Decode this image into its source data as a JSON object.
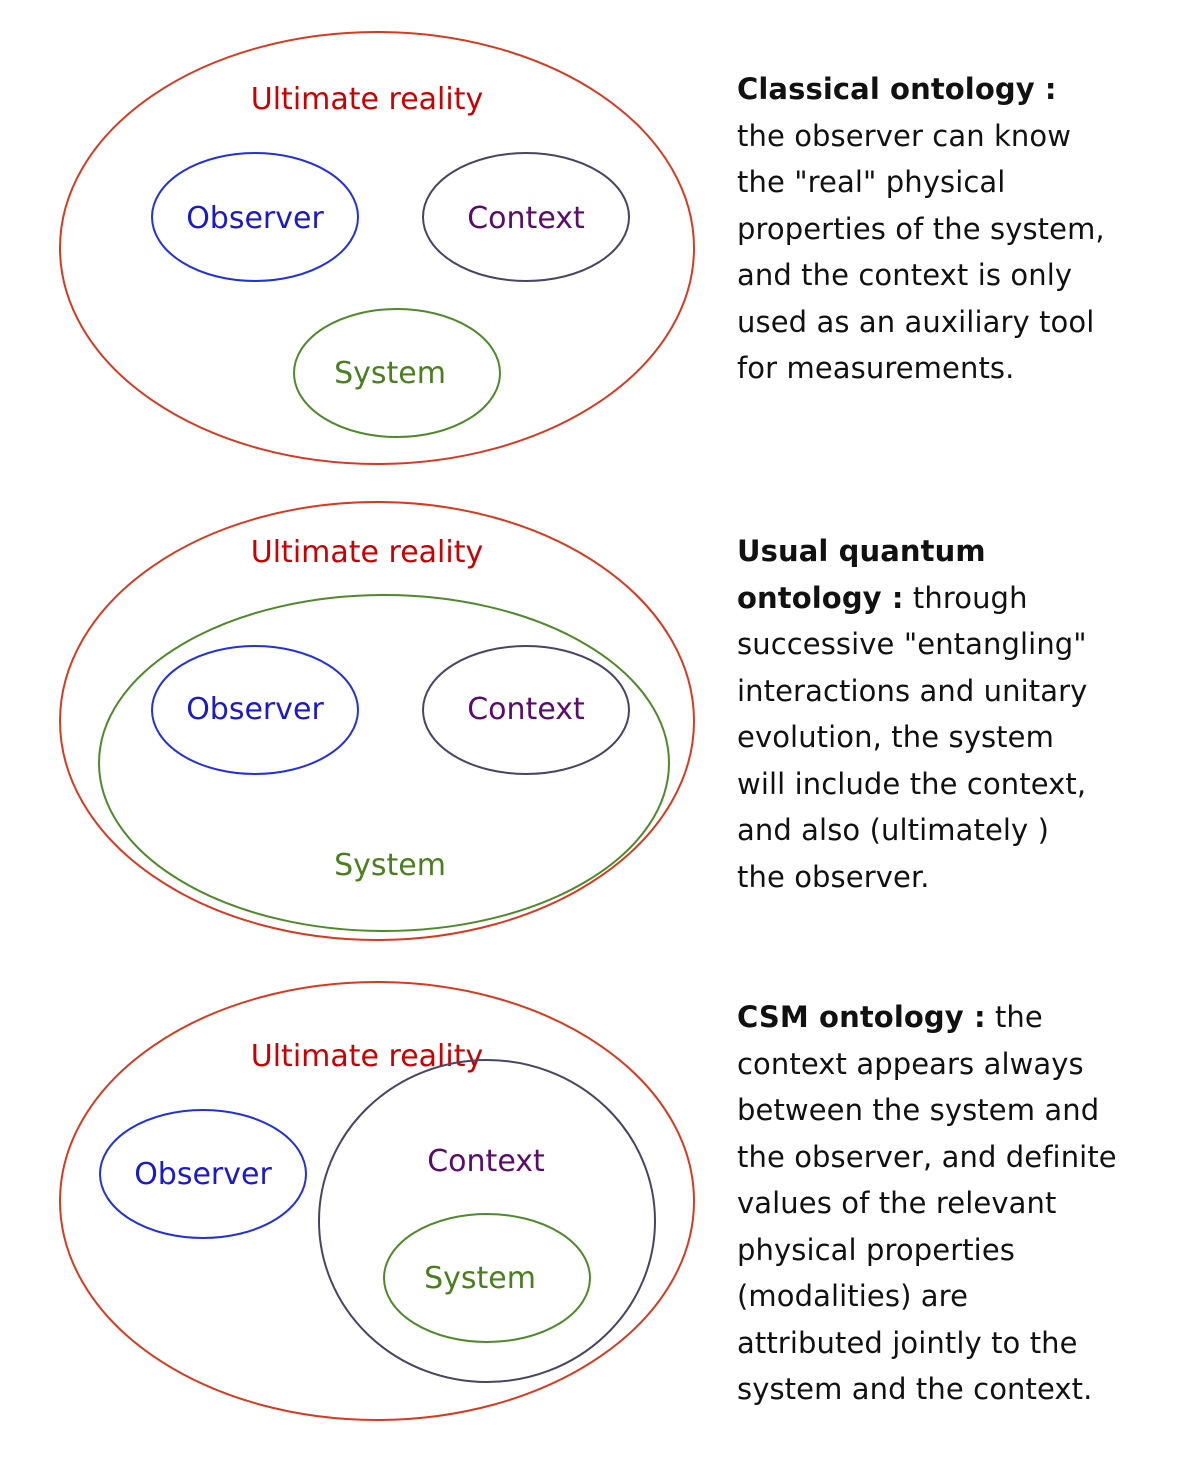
{
  "panels": [
    {
      "labels": {
        "reality": "Ultimate reality",
        "observer": "Observer",
        "context": "Context",
        "system": "System"
      },
      "description": {
        "heading": "Classical ontology  :",
        "body": "\nthe observer can know\nthe \"real\" physical\nproperties of the system,\nand the context is only\nused as an auxiliary tool\nfor measurements."
      }
    },
    {
      "labels": {
        "reality": "Ultimate reality",
        "observer": "Observer",
        "context": "Context",
        "system": "System"
      },
      "description": {
        "heading": "Usual quantum\nontology :",
        "body": " through\nsuccessive \"entangling\"\ninteractions and unitary\nevolution, the system\nwill  include the context,\nand also (ultimately )\nthe observer."
      }
    },
    {
      "labels": {
        "reality": "Ultimate reality",
        "observer": "Observer",
        "context": "Context",
        "system": "System"
      },
      "description": {
        "heading": "CSM ontology :",
        "body": " the\ncontext appears  always\nbetween  the system and\nthe observer, and definite\nvalues of the relevant\nphysical properties\n(modalities) are\nattributed jointly to the\nsystem and the context."
      }
    }
  ],
  "colors": {
    "reality": "#cc0000",
    "observer": "#1a1acc",
    "context": "#5c0a6e",
    "system": "#4a7f1e"
  }
}
